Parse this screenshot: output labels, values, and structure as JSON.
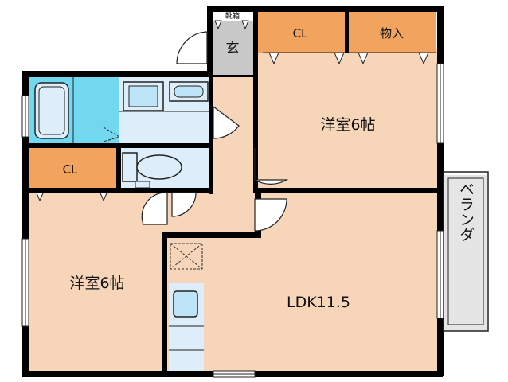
{
  "rooms": {
    "western_room_upper": "洋室6帖",
    "western_room_lower": "洋室6帖",
    "ldk": "LDK11.5",
    "closet_upper": "CL",
    "closet_lower": "CL",
    "storage": "物入",
    "entrance": "玄",
    "shoe_box": "靴箱",
    "balcony": "ベランダ"
  },
  "colors": {
    "room": "#f6d5b8",
    "closet": "#f2a45e",
    "wet_area": "#ddeefa",
    "bath": "#72d8f0",
    "entrance": "#c8c8c8",
    "balcony": "#e5e5e5",
    "wall": "#000000"
  }
}
